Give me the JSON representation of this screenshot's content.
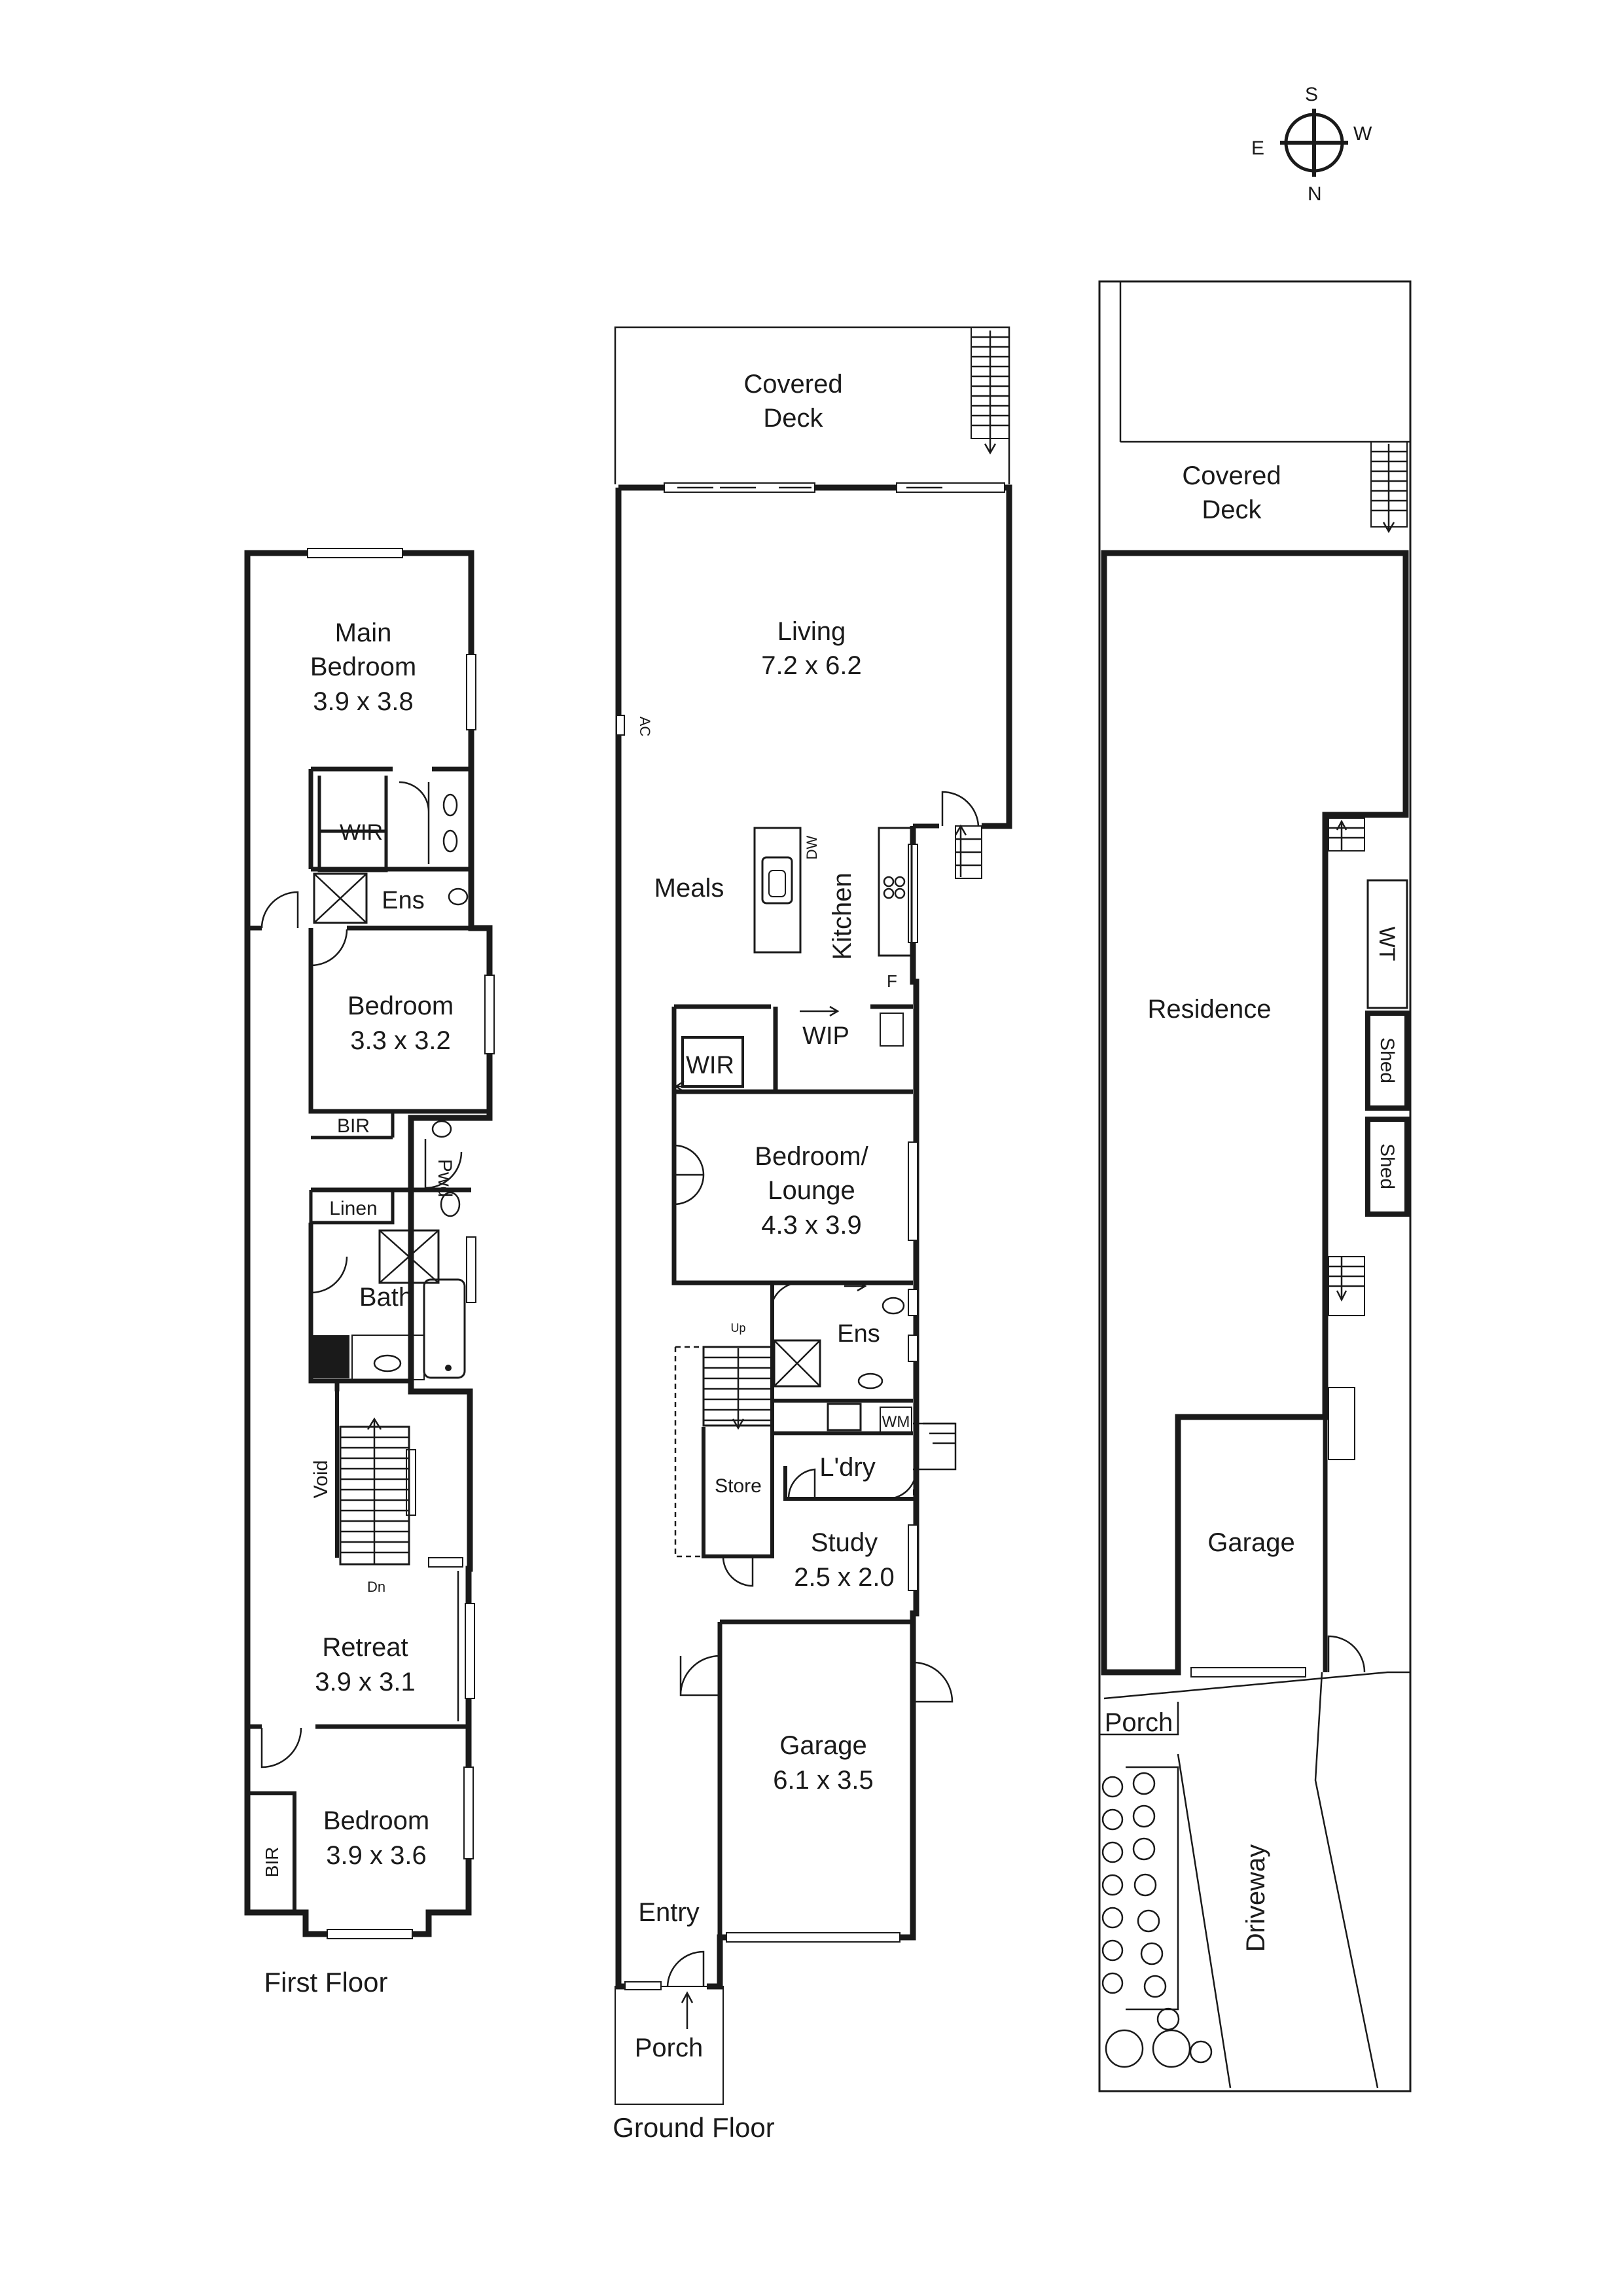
{
  "compass": {
    "s": "S",
    "w": "W",
    "e": "E",
    "n": "N"
  },
  "first_floor": {
    "title": "First Floor",
    "main_bedroom": {
      "name": "Main\nBedroom",
      "size": "3.9 x 3.8"
    },
    "wir": "WIR",
    "ens": "Ens",
    "bedroom2": {
      "name": "Bedroom",
      "size": "3.3 x 3.2"
    },
    "bir1": "BIR",
    "pwd": "Pwd",
    "linen": "Linen",
    "bath": "Bath",
    "void": "Void",
    "dn": "Dn",
    "retreat": {
      "name": "Retreat",
      "size": "3.9 x 3.1"
    },
    "bedroom3": {
      "name": "Bedroom",
      "size": "3.9 x 3.6"
    },
    "bir2": "BIR"
  },
  "ground_floor": {
    "title": "Ground Floor",
    "covered_deck": "Covered\nDeck",
    "living": {
      "name": "Living",
      "size": "7.2 x 6.2"
    },
    "ac": "AC",
    "meals": "Meals",
    "dw": "DW",
    "kitchen": "Kitchen",
    "f": "F",
    "wip": "WIP",
    "wir": "WIR",
    "bedroom_lounge": {
      "name": "Bedroom/\nLounge",
      "size": "4.3 x 3.9"
    },
    "ens": "Ens",
    "up": "Up",
    "store": "Store",
    "wm": "WM",
    "ldry": "L'dry",
    "study": {
      "name": "Study",
      "size": "2.5 x 2.0"
    },
    "garage": {
      "name": "Garage",
      "size": "6.1 x 3.5"
    },
    "entry": "Entry",
    "porch": "Porch"
  },
  "site_plan": {
    "covered_deck": "Covered\nDeck",
    "residence": "Residence",
    "wt": "WT",
    "shed1": "Shed",
    "shed2": "Shed",
    "garage": "Garage",
    "porch": "Porch",
    "driveway": "Driveway"
  }
}
